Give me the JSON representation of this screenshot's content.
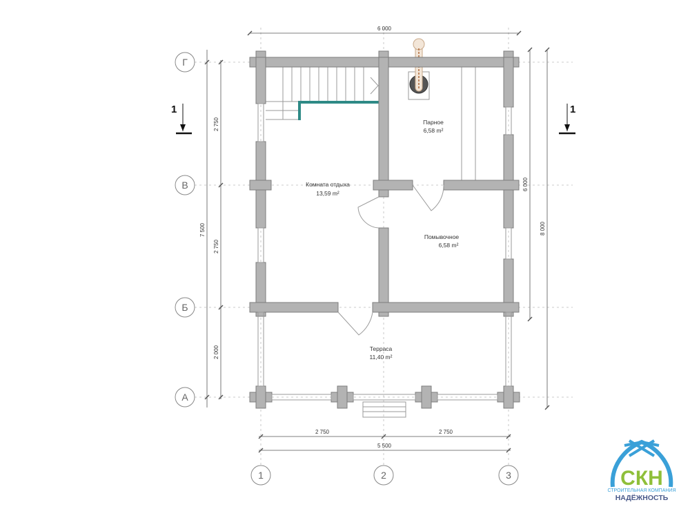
{
  "plan": {
    "rooms": [
      {
        "name": "Комната отдыха",
        "area": "13,59 m²"
      },
      {
        "name": "Парное",
        "area": "6,58 m²"
      },
      {
        "name": "Помывочное",
        "area": "6,58 m²"
      },
      {
        "name": "Терраса",
        "area": "11,40 m²"
      }
    ],
    "axes_rows": [
      "Г",
      "В",
      "Б",
      "А"
    ],
    "axes_cols": [
      "1",
      "2",
      "3"
    ],
    "dimensions": {
      "top_total": "6 000",
      "bottom_left": "2 750",
      "bottom_right": "2 750",
      "bottom_total": "5 500",
      "left_1": "2 750",
      "left_2": "2 750",
      "left_3": "2 000",
      "left_total": "7 500",
      "right_inner": "6 000",
      "right_total": "8 000"
    },
    "section_marks": [
      "1",
      "1"
    ],
    "colors": {
      "wall": "#b3b3b3",
      "stair_rail": "#2e8a86",
      "logo_blue": "#3aa0d8",
      "logo_green": "#8fbf3a"
    }
  },
  "logo": {
    "letters": "СКН",
    "line1": "СТРОИТЕЛЬНАЯ КОМПАНИЯ",
    "line2": "НАДЁЖНОСТЬ"
  }
}
